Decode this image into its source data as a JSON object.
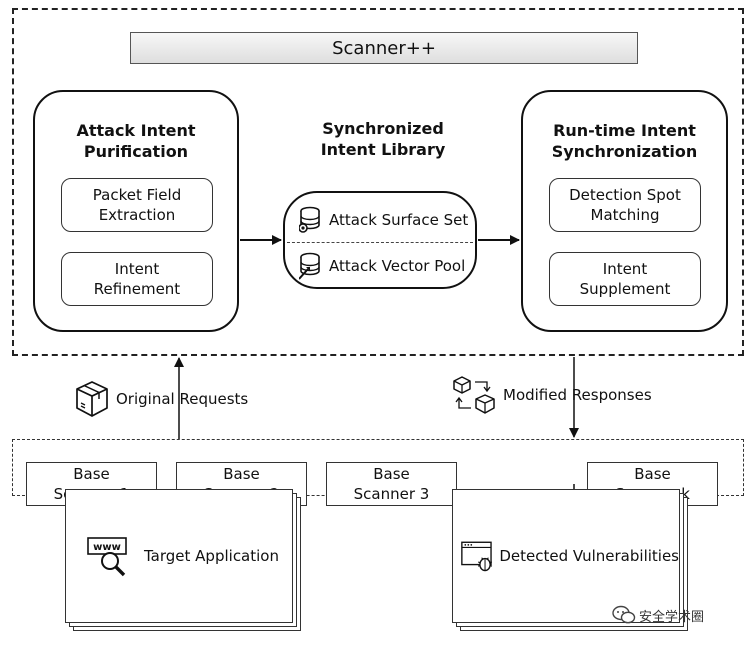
{
  "header": {
    "title": "Scanner++"
  },
  "purification": {
    "title_line1": "Attack Intent",
    "title_line2": "Purification",
    "items": [
      {
        "line1": "Packet Field",
        "line2": "Extraction"
      },
      {
        "line1": "Intent",
        "line2": "Refinement"
      }
    ]
  },
  "library": {
    "title_line1": "Synchronized",
    "title_line2": "Intent Library",
    "attack_surface_set": "Attack Surface Set",
    "attack_vector_pool": "Attack Vector Pool"
  },
  "synchronization": {
    "title_line1": "Run-time Intent",
    "title_line2": "Synchronization",
    "items": [
      {
        "line1": "Detection Spot",
        "line2": "Matching"
      },
      {
        "line1": "Intent",
        "line2": "Supplement"
      }
    ]
  },
  "flows": {
    "original_requests": "Original Requests",
    "modified_responses": "Modified Responses"
  },
  "scanners": [
    {
      "line1": "Base",
      "line2": "Scanner 1"
    },
    {
      "line1": "Base",
      "line2": "Scanner 2"
    },
    {
      "line1": "Base",
      "line2": "Scanner 3"
    },
    {
      "line1": "Base",
      "line2": "Scanner k"
    }
  ],
  "scanners_ellipsis": "......",
  "inputs": {
    "target_application": "Target Application",
    "www_badge": "www"
  },
  "outputs": {
    "detected_vulnerabilities": "Detected Vulnerabilities"
  },
  "watermark": {
    "text": "安全学术圈"
  },
  "icons": [
    "database-icon",
    "package-box-icon",
    "cubes-cycle-icon",
    "web-search-icon",
    "browser-bug-icon",
    "wechat-logo-icon"
  ]
}
